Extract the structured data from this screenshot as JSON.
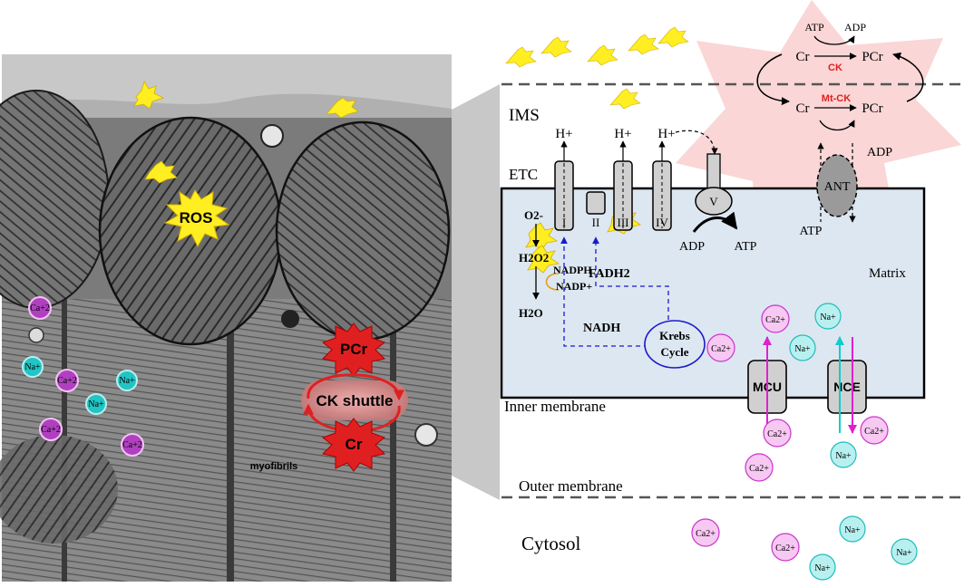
{
  "micrograph": {
    "labels": {
      "ros": "ROS",
      "pcr": "PCr",
      "cr": "Cr",
      "ck_shuttle": "CK shuttle",
      "myofibrils": "myofibrils"
    },
    "ions": {
      "ca": "Ca+2",
      "na": "Na+"
    }
  },
  "diagram": {
    "regions": {
      "ims": "IMS",
      "etc": "ETC",
      "matrix": "Matrix",
      "inner_membrane": "Inner membrane",
      "outer_membrane": "Outer membrane",
      "cytosol": "Cytosol"
    },
    "complexes": {
      "i": "I",
      "ii": "II",
      "iii": "III",
      "iv": "IV",
      "v": "V",
      "ant": "ANT",
      "mcu": "MCU",
      "ncx": "NCE"
    },
    "proton": "H+",
    "metabolites": {
      "o2": "O2-",
      "h2o2": "H2O2",
      "h2o": "H2O",
      "nadph": "NADPH",
      "nadp": "NADP+",
      "fadh2": "FADH2",
      "nadh": "NADH",
      "krebs_line1": "Krebs",
      "krebs_line2": "Cycle",
      "adp": "ADP",
      "atp": "ATP"
    },
    "ck_cycle": {
      "atp_top": "ATP",
      "adp_top": "ADP",
      "cr_upper": "Cr",
      "pcr_upper": "PCr",
      "ck": "CK",
      "cr_lower": "Cr",
      "pcr_lower": "PCr",
      "mt_ck": "Mt-CK",
      "adp_right": "ADP",
      "atp_ant": "ATP"
    },
    "ions": {
      "ca": "Ca2+",
      "na": "Na+"
    }
  },
  "colors": {
    "matrix_fill": "#dde7f1",
    "ca_fill": "#f6c8f2",
    "ca_stroke": "#cc33cc",
    "na_fill": "#b8f0f0",
    "na_stroke": "#22bbbb",
    "ros_yellow": "#ffee22",
    "ck_star": "#fad6d6",
    "shuttle_red": "#e02020",
    "blue_label": "#1a1acc",
    "brown_label": "#9a5a10",
    "arrow_magenta": "#e020d0",
    "arrow_cyan": "#11cccc"
  }
}
